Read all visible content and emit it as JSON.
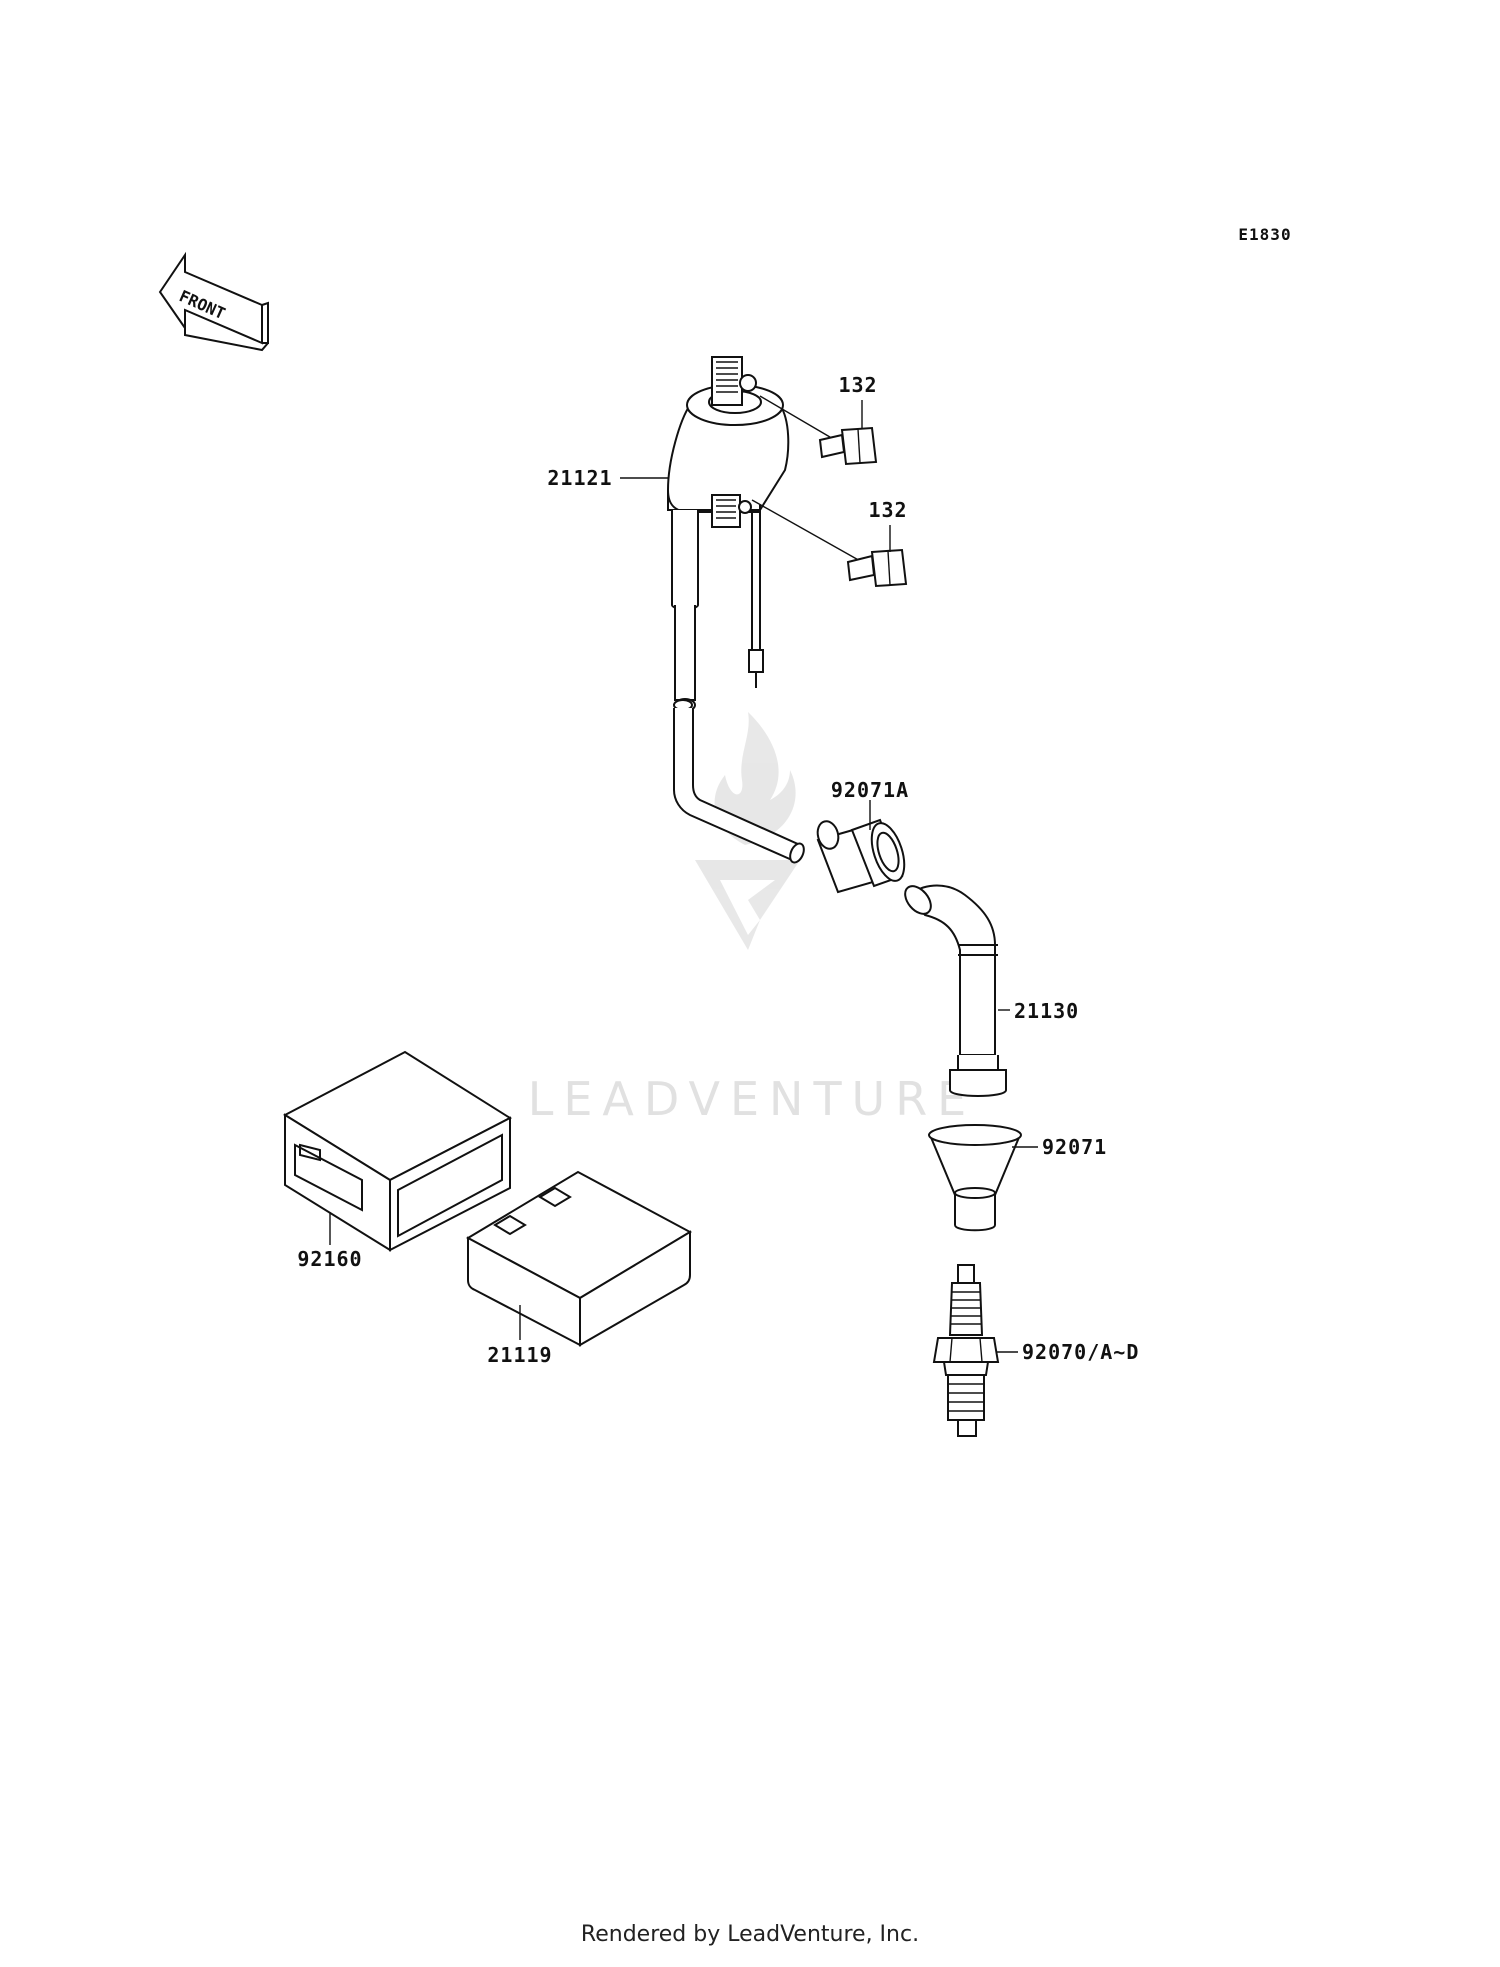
{
  "diagram_code": "E1830",
  "front_arrow": {
    "label": "FRONT",
    "icon": "front-arrow-icon"
  },
  "watermark": {
    "text": "LEADVENTURE",
    "icon": "leadventure-logo-icon",
    "color": "#c9c9c9"
  },
  "parts": {
    "ignition_coil": "21121",
    "bolt_upper": "132",
    "bolt_lower": "132",
    "cap_92071a": "92071A",
    "plug_cap": "21130",
    "seal_92071": "92071",
    "spark_plug": "92070/A~D",
    "case_92160": "92160",
    "igniter": "21119"
  },
  "footer": "Rendered by LeadVenture, Inc."
}
